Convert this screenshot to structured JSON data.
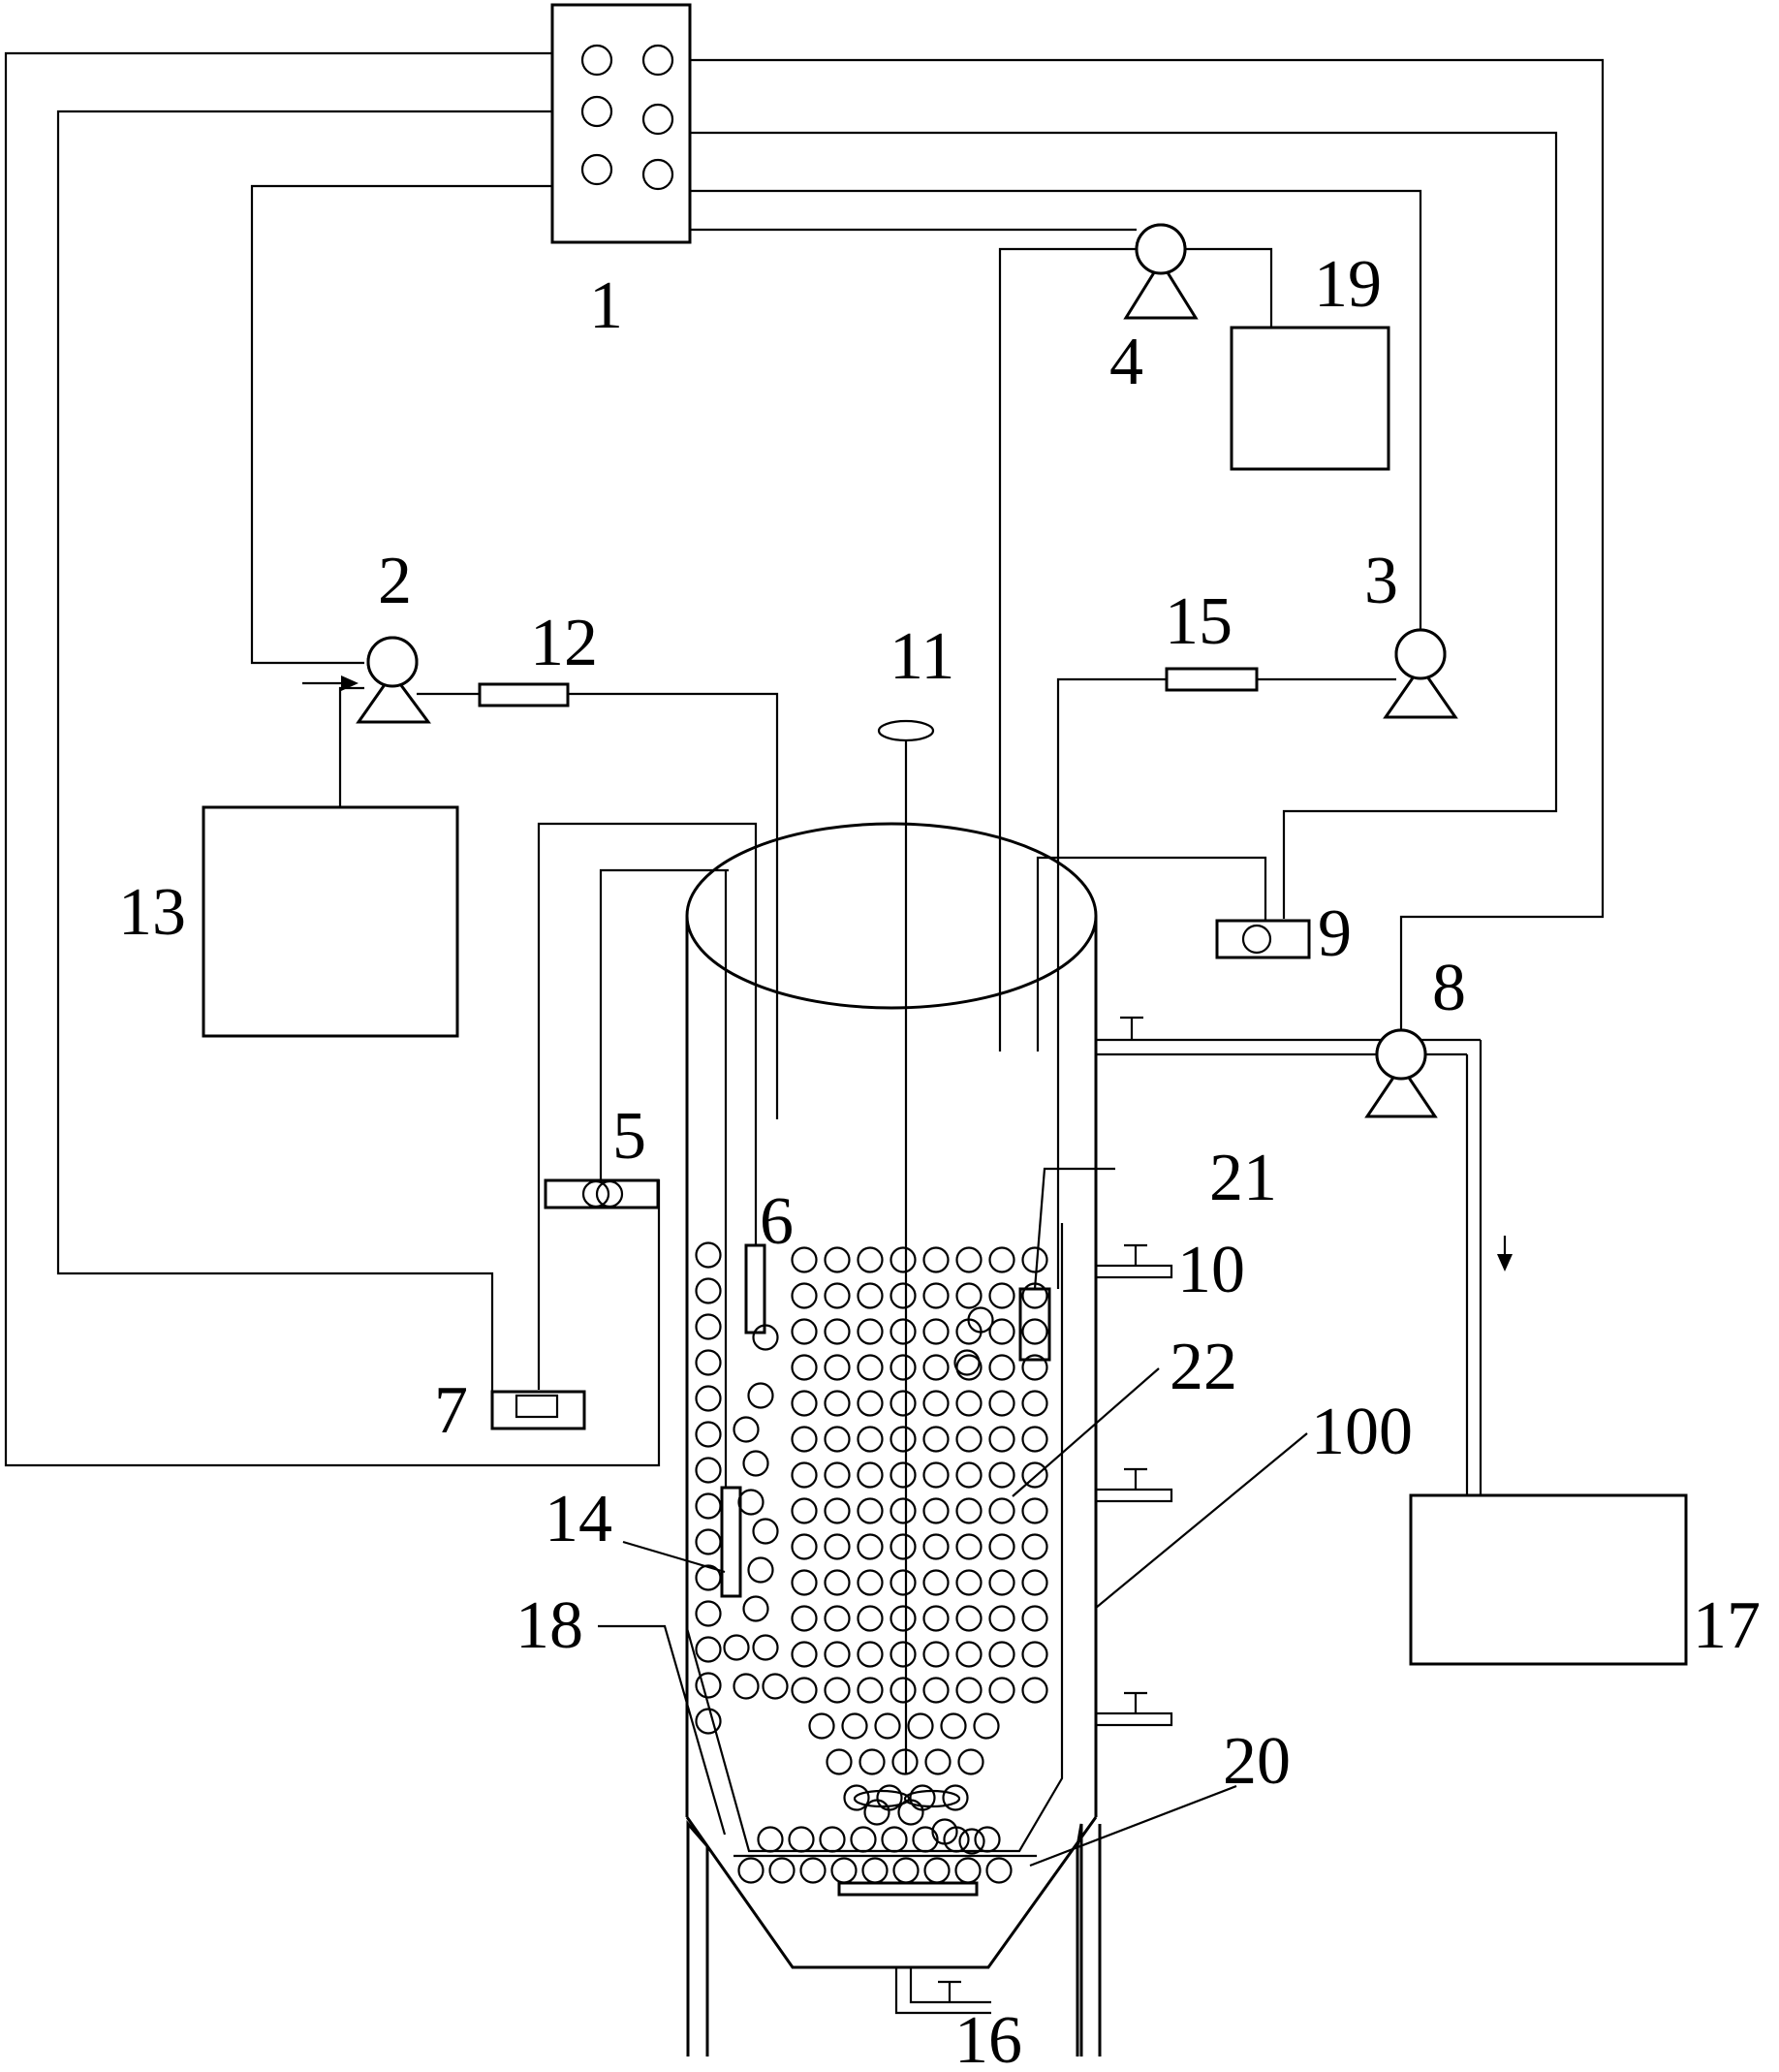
{
  "labels": {
    "controller": "1",
    "pump_2": "2",
    "pump_3": "3",
    "pump_4": "4",
    "sensor_5": "5",
    "sensor_6": "6",
    "sensor_7": "7",
    "pump_8": "8",
    "sensor_9": "9",
    "valve_10": "10",
    "stirrer_11": "11",
    "flowmeter_12": "12",
    "tank_13": "13",
    "probe_14": "14",
    "flowmeter_15": "15",
    "drain_valve_16": "16",
    "tank_17": "17",
    "cone_18": "18",
    "tank_19": "19",
    "distributor_20": "20",
    "probe_21": "21",
    "carrier_22": "22",
    "reactor_100": "100"
  }
}
